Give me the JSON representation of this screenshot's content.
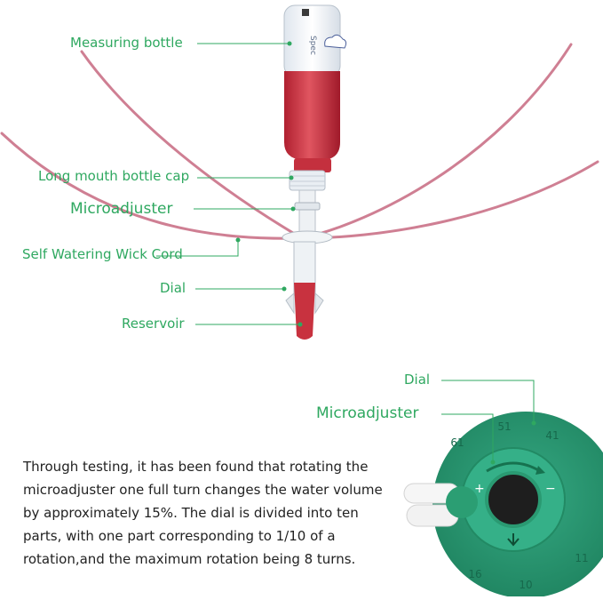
{
  "colors": {
    "label_green": "#2fa860",
    "liquid_red": "#c8323f",
    "cord_pink": "#cf7f93",
    "dial_green": "#2a9a72",
    "text_dark": "#222222"
  },
  "assembly_labels": {
    "measuring_bottle": "Measuring bottle",
    "long_mouth_cap": "Long mouth bottle cap",
    "microadjuster": "Microadjuster",
    "wick_cord": "Self Watering Wick Cord",
    "dial": "Dial",
    "reservoir": "Reservoir"
  },
  "dial_labels": {
    "dial": "Dial",
    "microadjuster": "Microadjuster"
  },
  "dial_numbers": [
    "51",
    "41",
    "11",
    "10",
    "16",
    "61"
  ],
  "bottle_marks": "Spec",
  "description_lines": [
    "Through testing, it has been found that rotating the",
    "microadjuster one full turn changes the water volume",
    "by approximately 15%. The dial is divided into ten",
    "parts, with one part corresponding to 1/10 of a",
    "rotation,and the maximum rotation being 8 turns."
  ]
}
